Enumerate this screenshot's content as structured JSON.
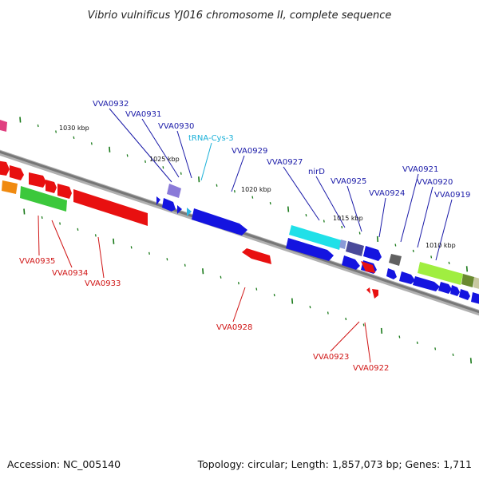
{
  "header": {
    "title": "Vibrio vulnificus YJ016 chromosome II, complete sequence"
  },
  "footer": {
    "accession": "Accession: NC_005140",
    "summary": "Topology: circular; Length: 1,857,073 bp; Genes: 1,711"
  },
  "colors": {
    "backbone": "#8a8a8a",
    "tick": "#1a7a1a",
    "plus_label": "#1a1aa8",
    "minus_label": "#d01515",
    "trna_label": "#1ab0d8",
    "plus_gene": "#1414e0",
    "minus_gene": "#e81010"
  },
  "scale_labels": [
    "1030 kbp",
    "1025 kbp",
    "1020 kbp",
    "1015 kbp",
    "1010 kbp"
  ],
  "gene_labels_plus": [
    "VVA0932",
    "VVA0931",
    "VVA0930",
    "VVA0929",
    "VVA0927",
    "nirD",
    "VVA0925",
    "VVA0924",
    "VVA0921",
    "VVA0920",
    "VVA0919"
  ],
  "gene_labels_trna": [
    "tRNA-Cys-3"
  ],
  "gene_labels_minus": [
    "VVA0935",
    "VVA0934",
    "VVA0933",
    "VVA0928",
    "VVA0923",
    "VVA0922"
  ]
}
